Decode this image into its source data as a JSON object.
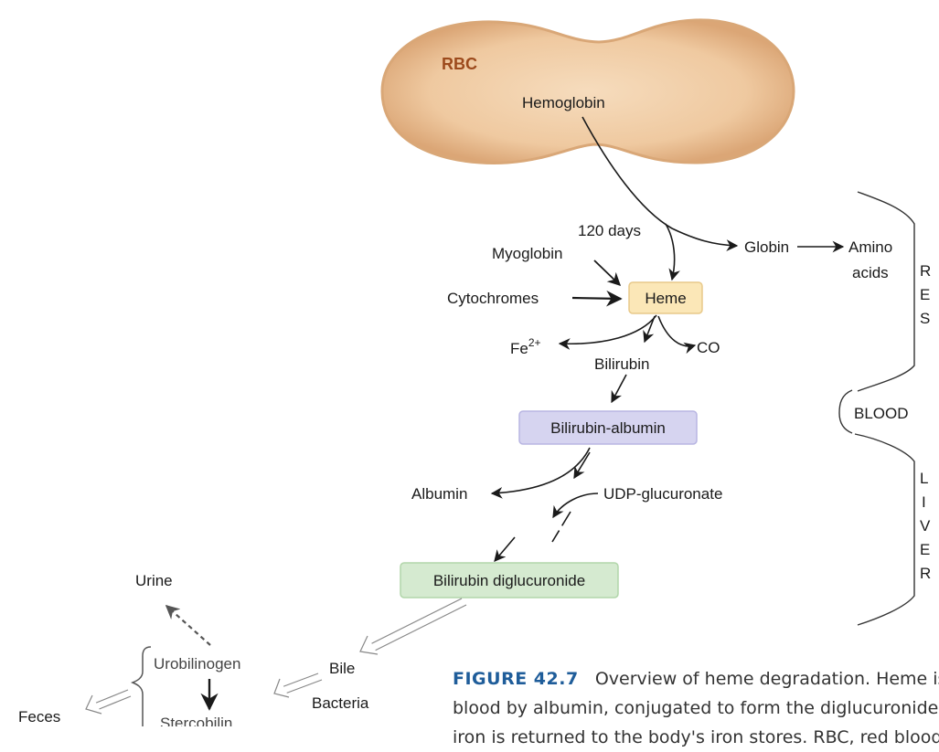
{
  "rbc": {
    "label": "RBC",
    "hemoglobin": "Hemoglobin"
  },
  "labels": {
    "days": "120 days",
    "globin": "Globin",
    "amino_line1": "Amino",
    "amino_line2": "acids",
    "myoglobin": "Myoglobin",
    "cytochromes": "Cytochromes",
    "heme": "Heme",
    "fe": "Fe",
    "fe_sup": "2+",
    "co": "CO",
    "bilirubin": "Bilirubin",
    "bilirubin_albumin": "Bilirubin-albumin",
    "albumin": "Albumin",
    "udp": "UDP-glucuronate",
    "diglucuronide": "Bilirubin diglucuronide",
    "urine": "Urine",
    "urobilinogen": "Urobilinogen",
    "stercobilin": "Stercobilin",
    "feces": "Feces",
    "bile": "Bile",
    "bacteria": "Bacteria"
  },
  "side": {
    "res": [
      "R",
      "E",
      "S"
    ],
    "blood": "BLOOD",
    "liver": [
      "L",
      "I",
      "V",
      "E",
      "R"
    ]
  },
  "caption": {
    "fig_label": "FIGURE 42.7",
    "line1": "Overview of heme degradation. Heme is converted to bilirubin, which is carried in the",
    "line2": "blood by albumin, conjugated to form the diglucuronide in the liver, and excreted in bile;",
    "line3": "iron is returned to the body's iron stores. RBC, red blood cell."
  },
  "colors": {
    "rbc_fill": "#efc9a0",
    "rbc_edge": "#d9a777",
    "rbc_label": "#9c4a1c",
    "heme_box": "#fbe7b7",
    "albumin_box": "#d6d4f0",
    "diglucuronide_box": "#d5ead0",
    "caption_fig": "#1f5d9a"
  }
}
